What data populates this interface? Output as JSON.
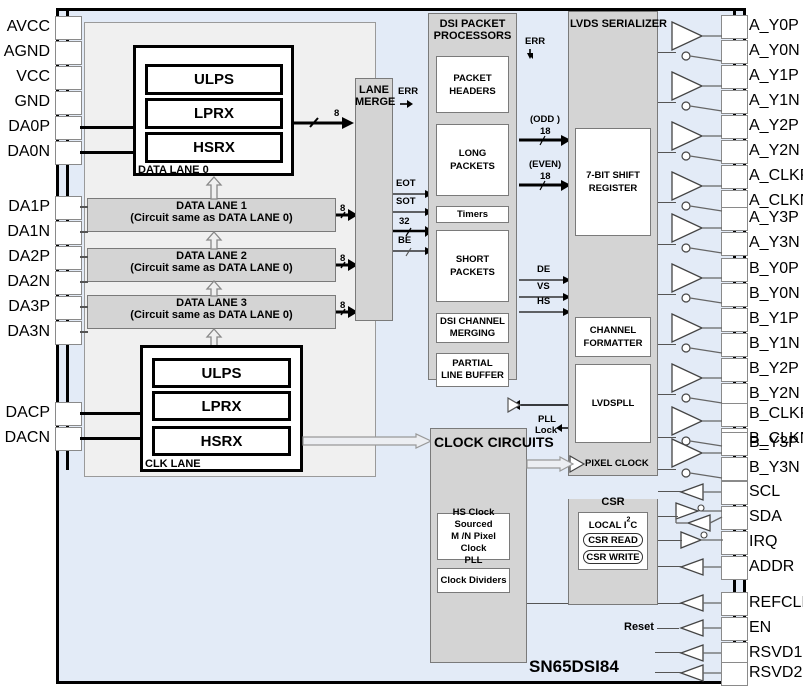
{
  "device": {
    "part_number": "SN65DSI84"
  },
  "left_pins": [
    {
      "label": "AVCC"
    },
    {
      "label": "AGND"
    },
    {
      "label": "VCC"
    },
    {
      "label": "GND"
    },
    {
      "label": "DA0P"
    },
    {
      "label": "DA0N"
    },
    {
      "label": "DA1P"
    },
    {
      "label": "DA1N"
    },
    {
      "label": "DA2P"
    },
    {
      "label": "DA2N"
    },
    {
      "label": "DA3P"
    },
    {
      "label": "DA3N"
    },
    {
      "label": "DACP"
    },
    {
      "label": "DACN"
    }
  ],
  "right_pins_a": [
    {
      "label": "A_Y0P"
    },
    {
      "label": "A_Y0N"
    },
    {
      "label": "A_Y1P"
    },
    {
      "label": "A_Y1N"
    },
    {
      "label": "A_Y2P"
    },
    {
      "label": "A_Y2N"
    },
    {
      "label": "A_CLKP"
    },
    {
      "label": "A_CLKN"
    },
    {
      "label": "A_Y3P"
    },
    {
      "label": "A_Y3N"
    }
  ],
  "right_pins_b": [
    {
      "label": "B_Y0P"
    },
    {
      "label": "B_Y0N"
    },
    {
      "label": "B_Y1P"
    },
    {
      "label": "B_Y1N"
    },
    {
      "label": "B_Y2P"
    },
    {
      "label": "B_Y2N"
    },
    {
      "label": "B_CLKP"
    },
    {
      "label": "B_CLKN"
    },
    {
      "label": "B_Y3P"
    },
    {
      "label": "B_Y3N"
    }
  ],
  "right_pins_ctrl": [
    {
      "label": "SCL"
    },
    {
      "label": "SDA"
    },
    {
      "label": "IRQ"
    },
    {
      "label": "ADDR"
    }
  ],
  "right_pins_misc": [
    {
      "label": "REFCLK"
    },
    {
      "label": "EN"
    },
    {
      "label": "RSVD1"
    },
    {
      "label": "RSVD2"
    }
  ],
  "data_lane_0": {
    "caption": "DATA LANE 0",
    "blocks": [
      {
        "label": "ULPS"
      },
      {
        "label": "LPRX"
      },
      {
        "label": "HSRX"
      }
    ]
  },
  "clk_lane": {
    "caption": "CLK LANE",
    "blocks": [
      {
        "label": "ULPS"
      },
      {
        "label": "LPRX"
      },
      {
        "label": "HSRX"
      }
    ]
  },
  "data_lanes": [
    {
      "title": "DATA LANE 1",
      "subtitle": "(Circuit same as DATA LANE 0)",
      "width": "8"
    },
    {
      "title": "DATA LANE 2",
      "subtitle": "(Circuit same as DATA LANE 0)",
      "width": "8"
    },
    {
      "title": "DATA LANE 3",
      "subtitle": "(Circuit same as DATA LANE 0)",
      "width": "8"
    }
  ],
  "lane_merge": {
    "title_line1": "LANE",
    "title_line2": "MERGE",
    "lane0_bus_width": "8",
    "outputs": [
      {
        "label": "ERR"
      },
      {
        "label": "EOT"
      },
      {
        "label": "SOT"
      },
      {
        "label": "32"
      },
      {
        "label": "BE"
      }
    ]
  },
  "dsi_packet_processors": {
    "title_line1": "DSI PACKET",
    "title_line2": "PROCESSORS",
    "err_label": "ERR",
    "blocks": [
      {
        "label": "PACKET\nHEADERS"
      },
      {
        "label": "LONG PACKETS"
      },
      {
        "label": "Timers"
      },
      {
        "label": "SHORT PACKETS"
      },
      {
        "label": "DSI CHANNEL\nMERGING"
      },
      {
        "label": "PARTIAL\nLINE BUFFER"
      }
    ]
  },
  "bus_labels": {
    "odd_paren": "(ODD )",
    "odd_width": "18",
    "even_paren": "(EVEN)",
    "even_width": "18",
    "de": "DE",
    "vs": "VS",
    "hs": "HS",
    "pll_lock_line1": "PLL",
    "pll_lock_line2": "Lock"
  },
  "lvds_serializer": {
    "title": "LVDS SERIALIZER",
    "blocks": [
      {
        "label": "7-BIT SHIFT\nREGISTER"
      },
      {
        "label": "CHANNEL\nFORMATTER"
      },
      {
        "label": "LVDSPLL"
      }
    ],
    "pixel_clock_label": "PIXEL CLOCK"
  },
  "clock_circuits": {
    "title": "CLOCK CIRCUITS",
    "blocks": [
      {
        "label": "HS Clock Sourced\nM /N Pixel Clock\nPLL"
      },
      {
        "label": "Clock Dividers"
      }
    ]
  },
  "csr": {
    "title": "CSR",
    "local_i2c": "LOCAL I",
    "local_i2c_sup": "2",
    "local_i2c_tail": "C",
    "read_label": "CSR READ",
    "write_label": "CSR WRITE"
  },
  "misc_labels": {
    "reset": "Reset"
  },
  "colors": {
    "chip_fill": "#e3ebf7",
    "block_gray": "#d4d4d4",
    "region_gray": "#f0f0f0",
    "border": "#7a7a7a",
    "wire": "#000000"
  }
}
